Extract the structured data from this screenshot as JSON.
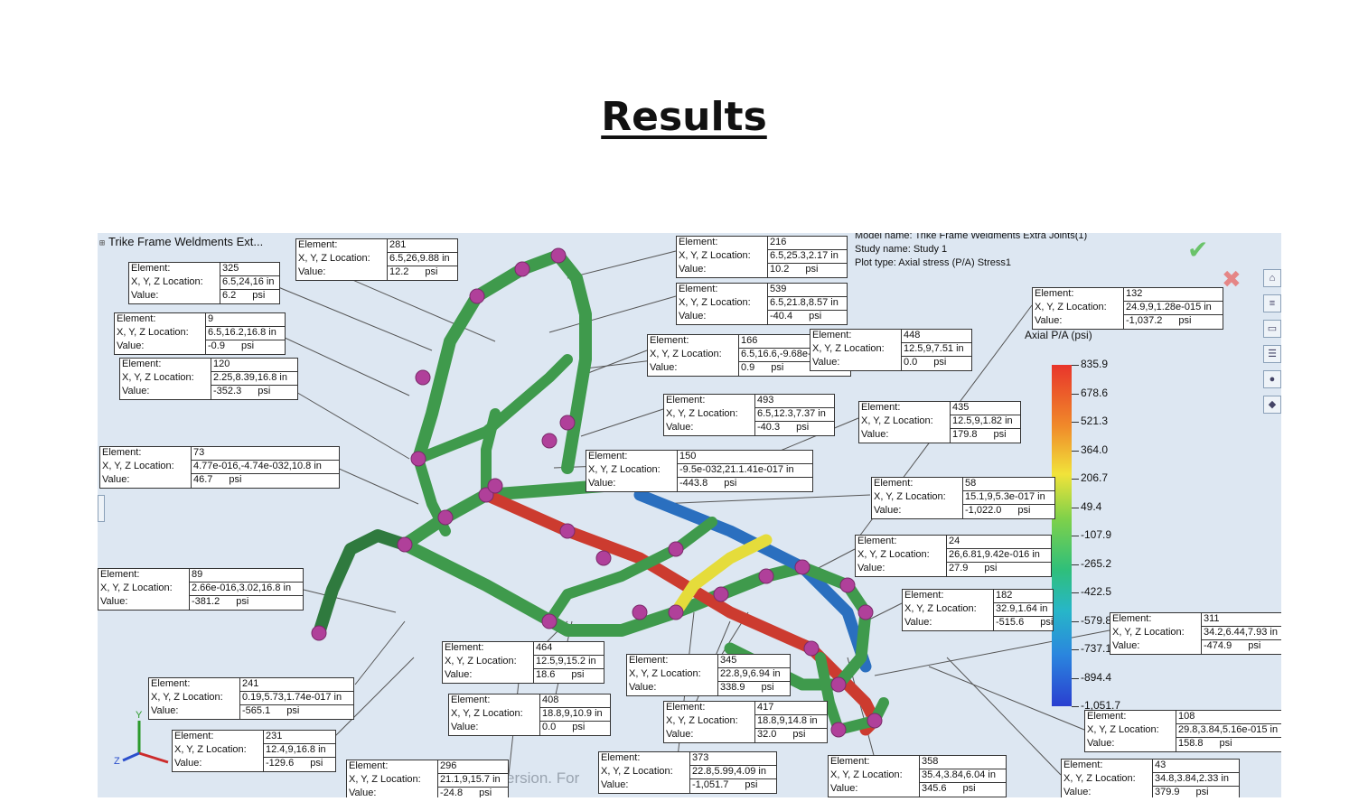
{
  "title": "Results",
  "tree": {
    "label": "Trike Frame Weldments Ext..."
  },
  "model_info": {
    "model": "Model name: Trike Frame Weldments Extra Joints(1)",
    "study": "Study name: Study 1",
    "plot": "Plot type: Axial stress (P/A) Stress1"
  },
  "legend": {
    "title": "Axial P/A (psi)",
    "values": [
      "835.9",
      "678.6",
      "521.3",
      "364.0",
      "206.7",
      "49.4",
      "-107.9",
      "-265.2",
      "-422.5",
      "-579.8",
      "-737.1",
      "-894.4",
      "-1,051.7"
    ]
  },
  "watermark": "ersion. For",
  "labels": {
    "element": "Element:",
    "location": "X, Y, Z Location:",
    "value": "Value:",
    "unit": "psi"
  },
  "probes": [
    {
      "id": "281",
      "loc": "6.5,26,9.88 in",
      "val": "12.2"
    },
    {
      "id": "325",
      "loc": "6.5,24,16 in",
      "val": "6.2"
    },
    {
      "id": "9",
      "loc": "6.5,16.2,16.8 in",
      "val": "-0.9"
    },
    {
      "id": "120",
      "loc": "2.25,8.39,16.8 in",
      "val": "-352.3"
    },
    {
      "id": "73",
      "loc": "4.77e-016,-4.74e-032,10.8 in",
      "val": "46.7"
    },
    {
      "id": "89",
      "loc": "2.66e-016,3.02,16.8 in",
      "val": "-381.2"
    },
    {
      "id": "241",
      "loc": "0.19,5.73,1.74e-017 in",
      "val": "-565.1"
    },
    {
      "id": "231",
      "loc": "12.4,9,16.8 in",
      "val": "-129.6"
    },
    {
      "id": "296",
      "loc": "21.1,9,15.7 in",
      "val": "-24.8"
    },
    {
      "id": "464",
      "loc": "12.5,9,15.2 in",
      "val": "18.6"
    },
    {
      "id": "408",
      "loc": "18.8,9,10.9 in",
      "val": "0.0"
    },
    {
      "id": "345",
      "loc": "22.8,9,6.94 in",
      "val": "338.9"
    },
    {
      "id": "417",
      "loc": "18.8,9,14.8 in",
      "val": "32.0"
    },
    {
      "id": "373",
      "loc": "22.8,5.99,4.09 in",
      "val": "-1,051.7"
    },
    {
      "id": "358",
      "loc": "35.4,3.84,6.04 in",
      "val": "345.6"
    },
    {
      "id": "43",
      "loc": "34.8,3.84,2.33 in",
      "val": "379.9"
    },
    {
      "id": "108",
      "loc": "29.8,3.84,5.16e-015 in",
      "val": "158.8"
    },
    {
      "id": "311",
      "loc": "34.2,6.44,7.93 in",
      "val": "-474.9"
    },
    {
      "id": "182",
      "loc": "32.9,1.64 in",
      "val": "-515.6"
    },
    {
      "id": "24",
      "loc": "26,6.81,9.42e-016 in",
      "val": "27.9"
    },
    {
      "id": "58",
      "loc": "15.1,9,5.3e-017 in",
      "val": "-1,022.0"
    },
    {
      "id": "435",
      "loc": "12.5,9,1.82 in",
      "val": "179.8"
    },
    {
      "id": "150",
      "loc": "-9.5e-032,21.1.41e-017 in",
      "val": "-443.8"
    },
    {
      "id": "493",
      "loc": "6.5,12.3,7.37 in",
      "val": "-40.3"
    },
    {
      "id": "166",
      "loc": "6.5,16.6,-9.68e-016 in",
      "val": "0.9"
    },
    {
      "id": "448",
      "loc": "12.5,9,7.51 in",
      "val": "0.0"
    },
    {
      "id": "539",
      "loc": "6.5,21.8,8.57 in",
      "val": "-40.4"
    },
    {
      "id": "216",
      "loc": "6.5,25.3,2.17 in",
      "val": "10.2"
    },
    {
      "id": "132",
      "loc": "24.9,9,1.28e-015 in",
      "val": "-1,037.2"
    }
  ]
}
